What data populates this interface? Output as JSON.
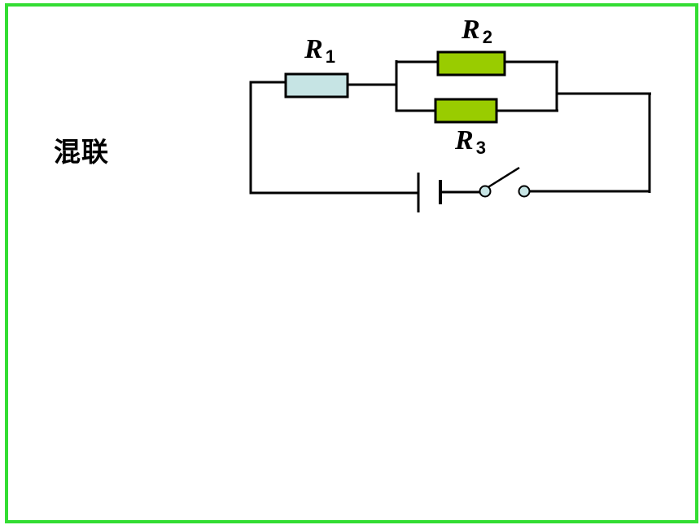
{
  "slide": {
    "heading": "混联"
  },
  "circuit": {
    "resistors": [
      {
        "id": "r1",
        "symbol": "R",
        "subscript": "1",
        "fill": "#c6e4e4"
      },
      {
        "id": "r2",
        "symbol": "R",
        "subscript": "2",
        "fill": "#99cc00"
      },
      {
        "id": "r3",
        "symbol": "R",
        "subscript": "3",
        "fill": "#99cc00"
      }
    ],
    "switch_state": "open",
    "wire_color": "#000000",
    "terminal_color": "#c6e4e4"
  },
  "colors": {
    "frame_border": "#33dd33",
    "background": "#ffffff"
  }
}
